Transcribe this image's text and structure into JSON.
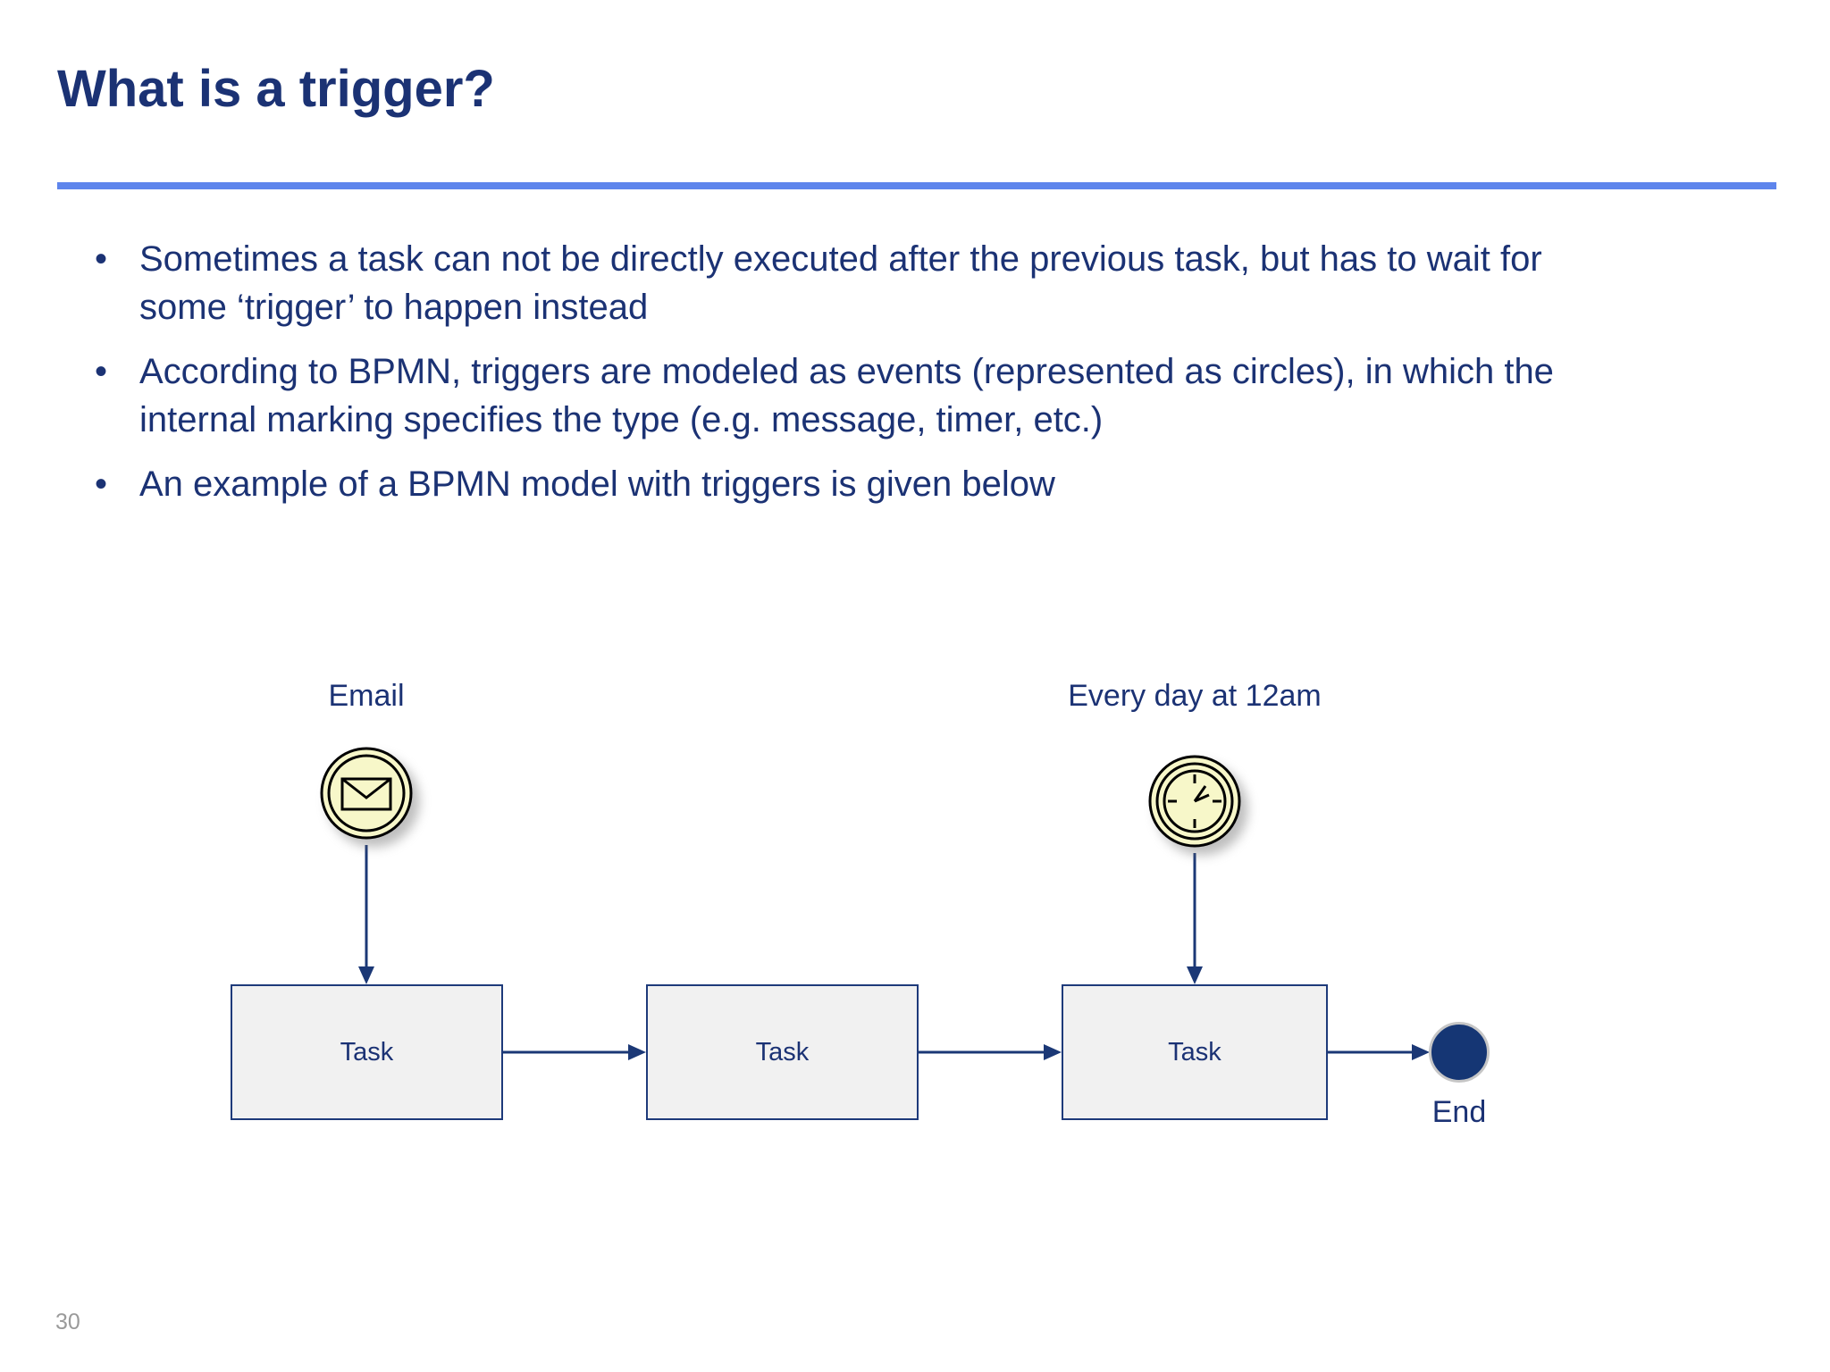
{
  "slide": {
    "title": "What is a trigger?",
    "bullet_char": "•",
    "bullets": [
      "Sometimes a task can not be directly executed after the previous task, but has to wait for some ‘trigger’ to happen instead",
      "According to BPMN, triggers are modeled as events (represented as circles), in which the internal marking specifies the type (e.g. message, timer, etc.)",
      "An example of a BPMN model with triggers is given below"
    ],
    "page_number": "30"
  },
  "diagram": {
    "message_event": {
      "label": "Email",
      "icon": "message-event-icon"
    },
    "timer_event": {
      "label": "Every day at 12am",
      "icon": "timer-event-icon"
    },
    "tasks": [
      {
        "label": "Task"
      },
      {
        "label": "Task"
      },
      {
        "label": "Task"
      }
    ],
    "end_event": {
      "label": "End",
      "icon": "end-event-circle"
    }
  },
  "colors": {
    "heading": "#1B3274",
    "body_text": "#1B3274",
    "divider": "#5E85EC",
    "task_fill": "#F1F1F1",
    "task_border": "#1E3A7A",
    "event_fill": "#F7F7C9",
    "event_stroke": "#000000",
    "end_fill": "#153674",
    "end_ring": "#C6C6C6",
    "connector": "#1B3876",
    "page_number": "#9A9A9A"
  }
}
